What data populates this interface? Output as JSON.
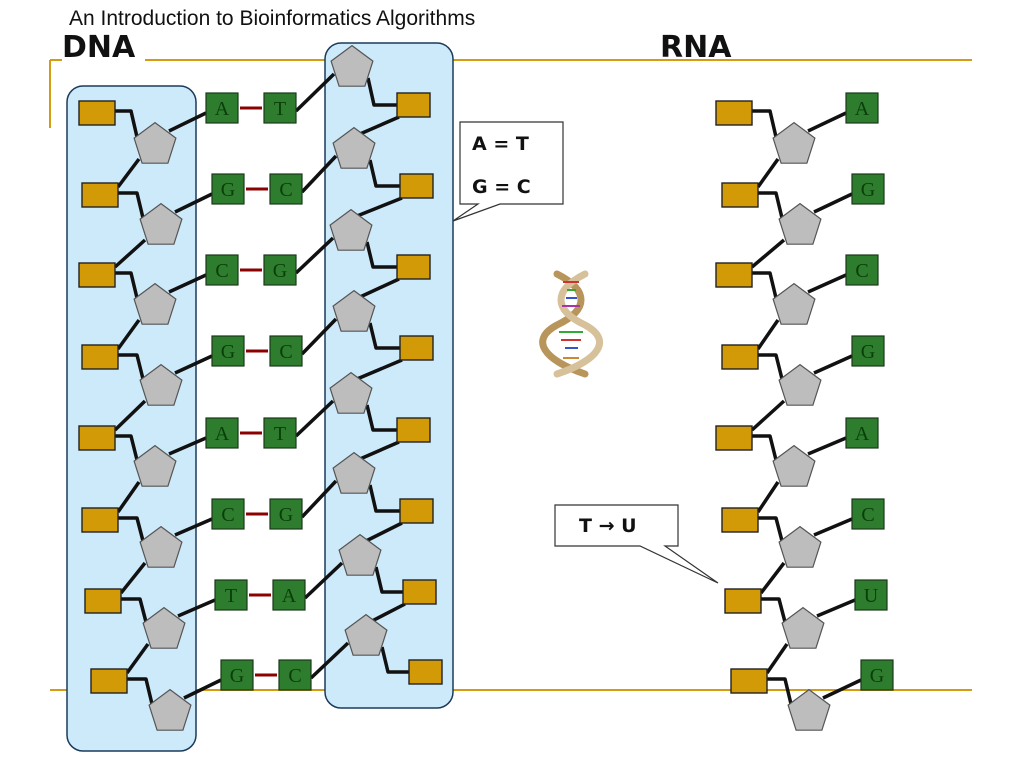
{
  "slide": {
    "header": "An Introduction to Bioinformatics Algorithms",
    "dna_title": "DNA",
    "rna_title": "RNA"
  },
  "colors": {
    "accent_line": "#d59b12",
    "base_box": "#2e7d2e",
    "base_text": "#0b3d0b",
    "phosphate": "#d39a07",
    "sugar": "#bdbdbd",
    "strand_highlight": "#cdeafb",
    "bond": "#8b0000"
  },
  "dna": {
    "left_strand": [
      "A",
      "G",
      "C",
      "G",
      "A",
      "C",
      "T",
      "G"
    ],
    "right_strand": [
      "T",
      "C",
      "G",
      "C",
      "T",
      "G",
      "A",
      "C"
    ]
  },
  "rna": {
    "strand": [
      "A",
      "G",
      "C",
      "G",
      "A",
      "C",
      "U",
      "G"
    ]
  },
  "callouts": {
    "pairing_line1": "A = T",
    "pairing_line2": "G = C",
    "substitution": "T → U"
  },
  "icons": {
    "helix": "dna-helix-icon"
  }
}
